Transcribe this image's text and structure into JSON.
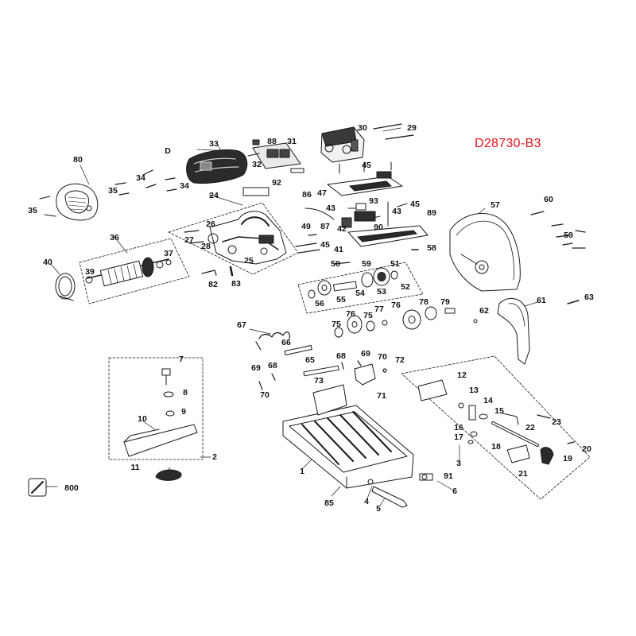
{
  "model": "D28730-B3",
  "colors": {
    "line": "#1a1a1a",
    "label": "#111111",
    "model": "#e8141b",
    "background": "#ffffff"
  },
  "labels": {
    "p1": "1",
    "p2": "2",
    "p3": "3",
    "p4": "4",
    "p5": "5",
    "p6": "6",
    "p7": "7",
    "p8": "8",
    "p9": "9",
    "p10": "10",
    "p11": "11",
    "p12": "12",
    "p13": "13",
    "p14": "14",
    "p15": "15",
    "p16": "16",
    "p17": "17",
    "p18": "18",
    "p19": "19",
    "p20": "20",
    "p21": "21",
    "p22": "22",
    "p23": "23",
    "p24": "24",
    "p25": "25",
    "p26": "26",
    "p27": "27",
    "p28": "28",
    "p29": "29",
    "p30": "30",
    "p31": "31",
    "p32": "32",
    "p33": "33",
    "p34a": "34",
    "p34b": "34",
    "p35a": "35",
    "p35b": "35",
    "p36": "36",
    "p37": "37",
    "p39": "39",
    "p40": "40",
    "p41": "41",
    "p42": "42",
    "p43a": "43",
    "p43b": "43",
    "p45a": "45",
    "p45b": "45",
    "p45c": "45",
    "p47": "47",
    "p49": "49",
    "p50": "50",
    "p51": "51",
    "p52": "52",
    "p53": "53",
    "p54": "54",
    "p55": "55",
    "p56": "56",
    "p57": "57",
    "p58": "58",
    "p59a": "59",
    "p59b": "59",
    "p60": "60",
    "p61": "61",
    "p62": "62",
    "p63": "63",
    "p65": "65",
    "p66": "66",
    "p67": "67",
    "p68a": "68",
    "p68b": "68",
    "p69a": "69",
    "p69b": "69",
    "p70a": "70",
    "p70b": "70",
    "p71": "71",
    "p72": "72",
    "p73": "73",
    "p75a": "75",
    "p75b": "75",
    "p76a": "76",
    "p76b": "76",
    "p77": "77",
    "p78": "78",
    "p79": "79",
    "p80": "80",
    "p82": "82",
    "p83": "83",
    "p85": "85",
    "p86": "86",
    "p87": "87",
    "p88": "88",
    "p89": "89",
    "p90": "90",
    "p91": "91",
    "p92": "92",
    "p93": "93",
    "pD": "D",
    "p800": "800"
  }
}
